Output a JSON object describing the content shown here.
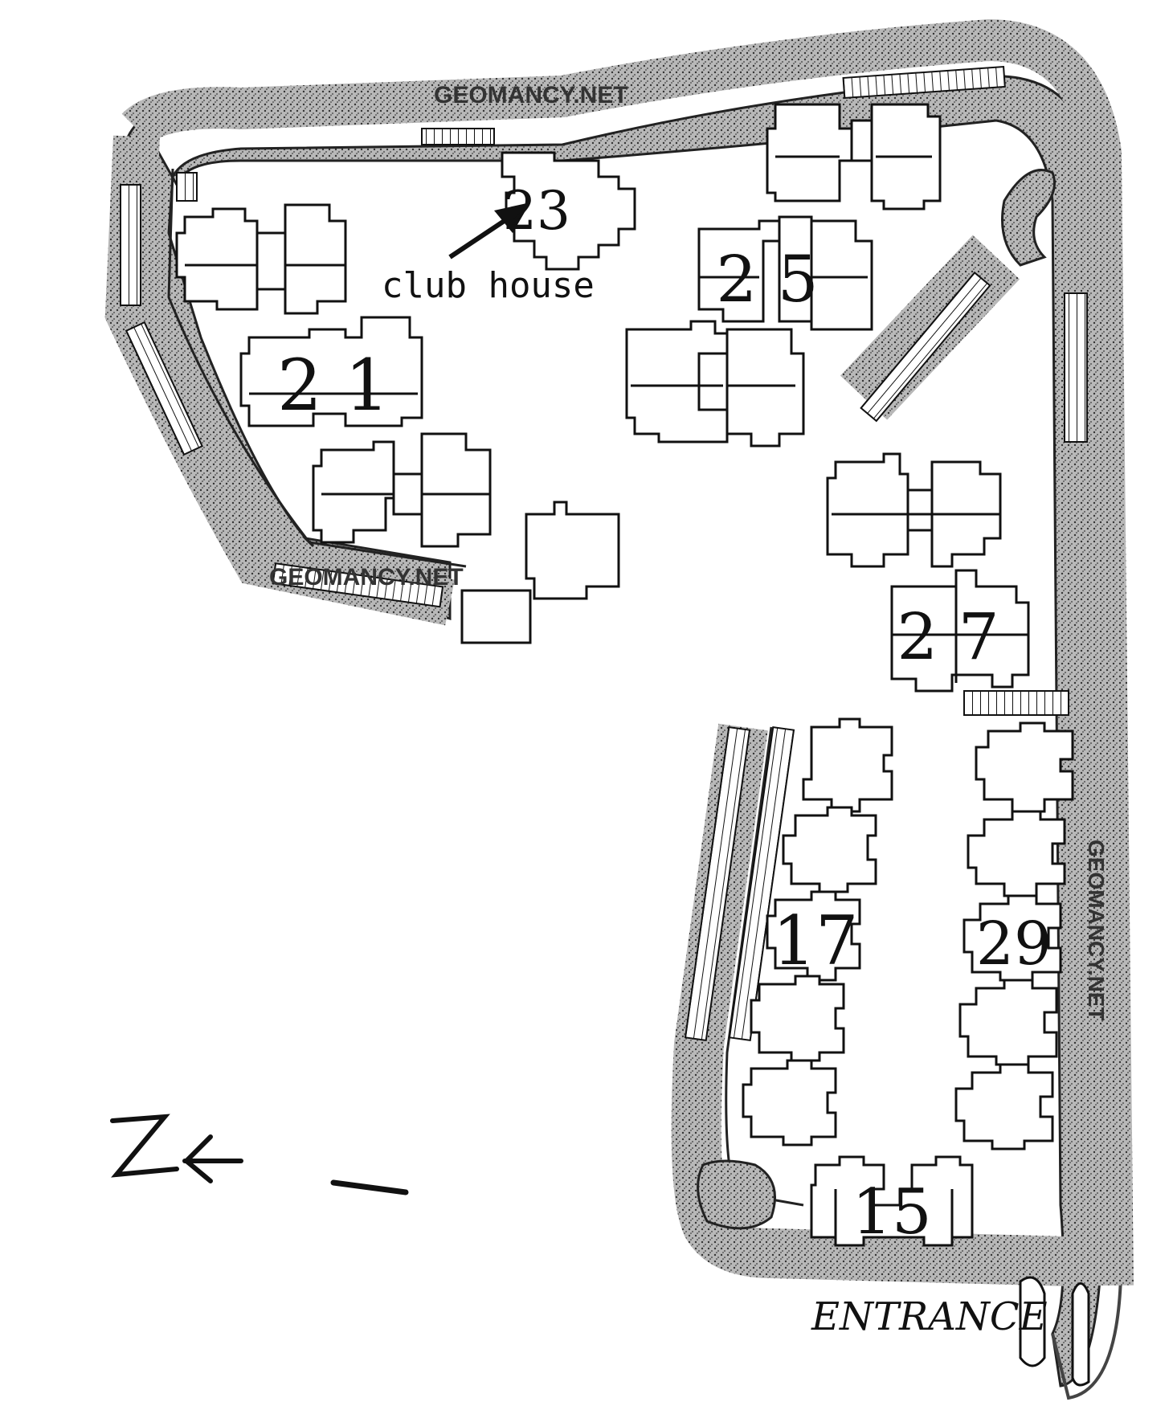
{
  "watermark": "GEOMANCY.NET",
  "buildings": [
    {
      "id": "b23",
      "label": "23"
    },
    {
      "id": "b25",
      "label": "2 5"
    },
    {
      "id": "b21",
      "label": "2 1"
    },
    {
      "id": "b27",
      "label": "2 7"
    },
    {
      "id": "b17",
      "label": "17"
    },
    {
      "id": "b29",
      "label": "29"
    },
    {
      "id": "b15",
      "label": "15"
    }
  ],
  "clubhouse_label": "club house",
  "entrance_label": "ENTRANCE",
  "north_symbol": "N",
  "colors": {
    "road": "#8a8a8a",
    "road_dark": "#444444",
    "building_stroke": "#111111",
    "background": "#ffffff"
  }
}
